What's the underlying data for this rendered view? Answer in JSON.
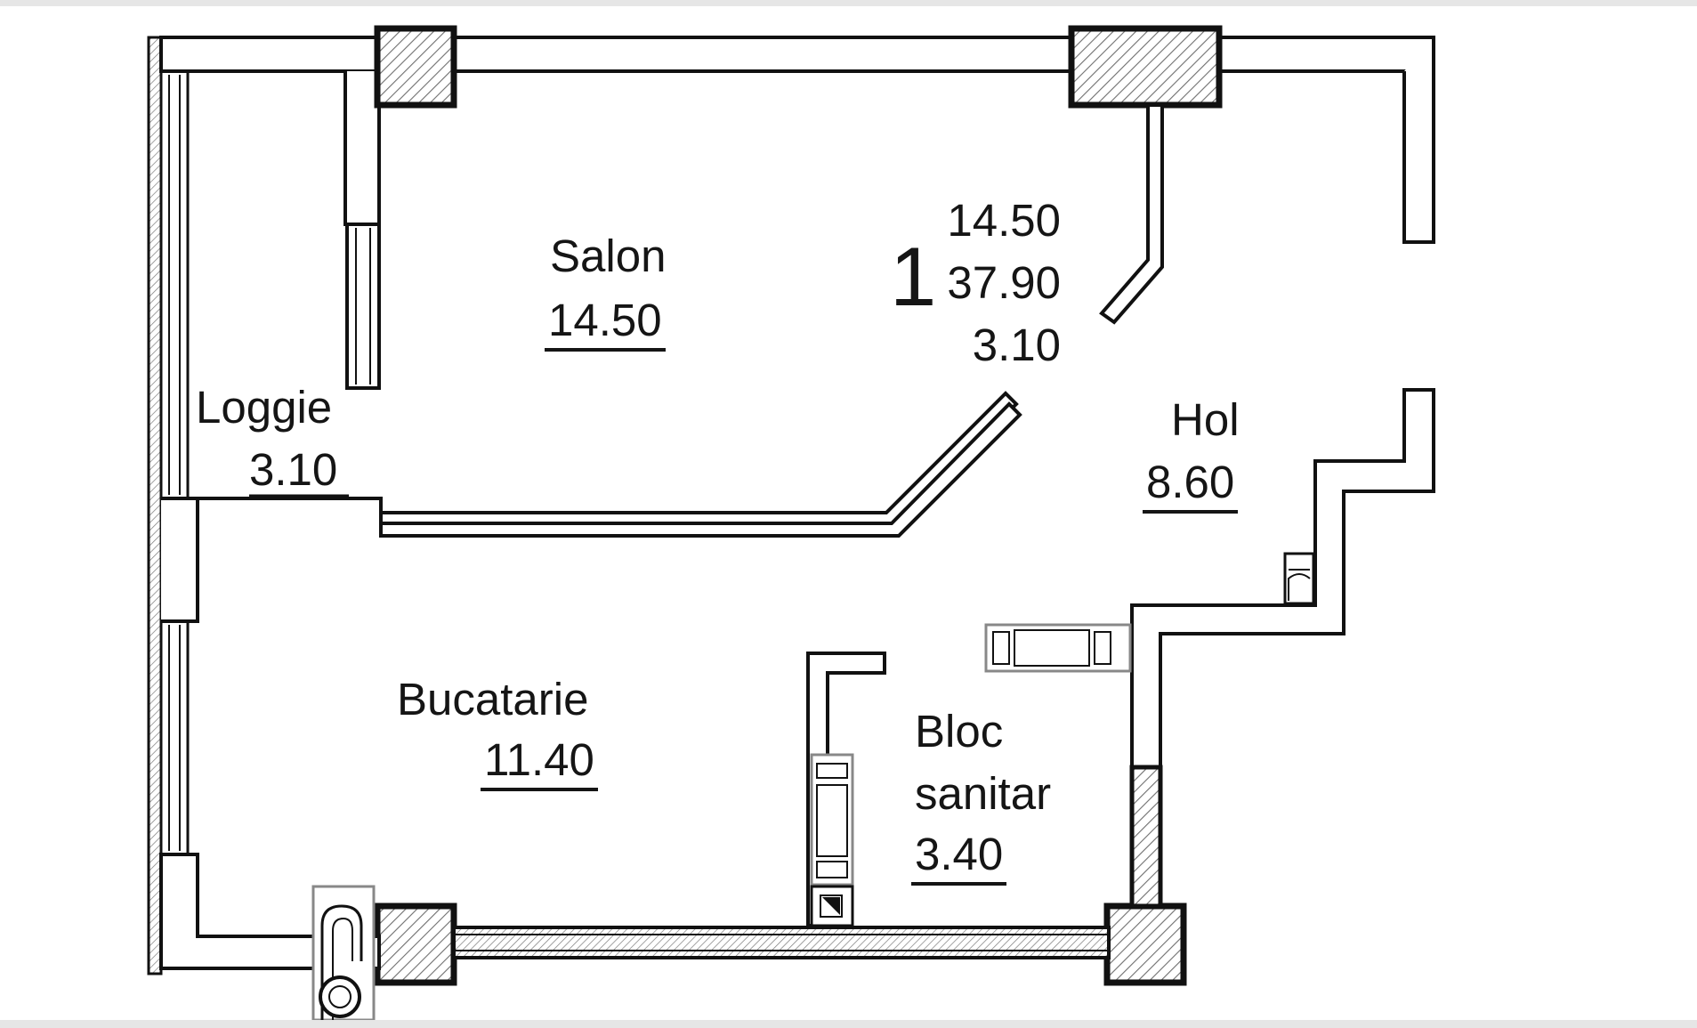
{
  "apartment": {
    "number": "1",
    "living_area": "14.50",
    "total_area": "37.90",
    "loggia_area": "3.10"
  },
  "rooms": {
    "salon": {
      "name": "Salon",
      "area": "14.50"
    },
    "loggie": {
      "name": "Loggie",
      "area": "3.10"
    },
    "hol": {
      "name": "Hol",
      "area": "8.60"
    },
    "bucatarie": {
      "name": "Bucatarie",
      "area": "11.40"
    },
    "bloc_sanitar": {
      "name_line1": "Bloc",
      "name_line2": "sanitar",
      "area": "3.40"
    }
  },
  "colors": {
    "wall": "#111111",
    "hatch": "#6f6f6f",
    "fixture": "#9a9a9a",
    "background": "#ffffff",
    "frame": "#e6e6e6"
  }
}
